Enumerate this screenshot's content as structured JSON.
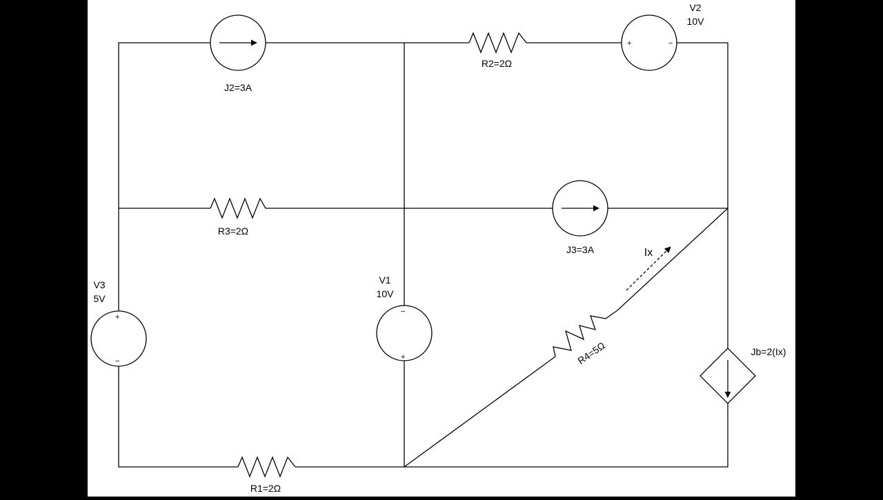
{
  "colors": {
    "background": "#000000",
    "paper": "#ffffff",
    "ink": "#000000"
  },
  "sources": {
    "j2": {
      "label": "J2=3A"
    },
    "j3": {
      "label": "J3=3A"
    },
    "jb": {
      "label": "Jb=2(Ix)"
    },
    "v1": {
      "name": "V1",
      "value": "10V",
      "minus": "−",
      "plus": "+"
    },
    "v2": {
      "name": "V2",
      "value": "10V",
      "plus": "+",
      "minus": "−"
    },
    "v3": {
      "name": "V3",
      "value": "5V",
      "plus": "+",
      "minus": "−"
    }
  },
  "resistors": {
    "r1": {
      "label": "R1=2Ω"
    },
    "r2": {
      "label": "R2=2Ω"
    },
    "r3": {
      "label": "R3=2Ω"
    },
    "r4": {
      "label": "R4=5Ω"
    }
  },
  "annotations": {
    "ix": {
      "label": "Ix"
    }
  }
}
